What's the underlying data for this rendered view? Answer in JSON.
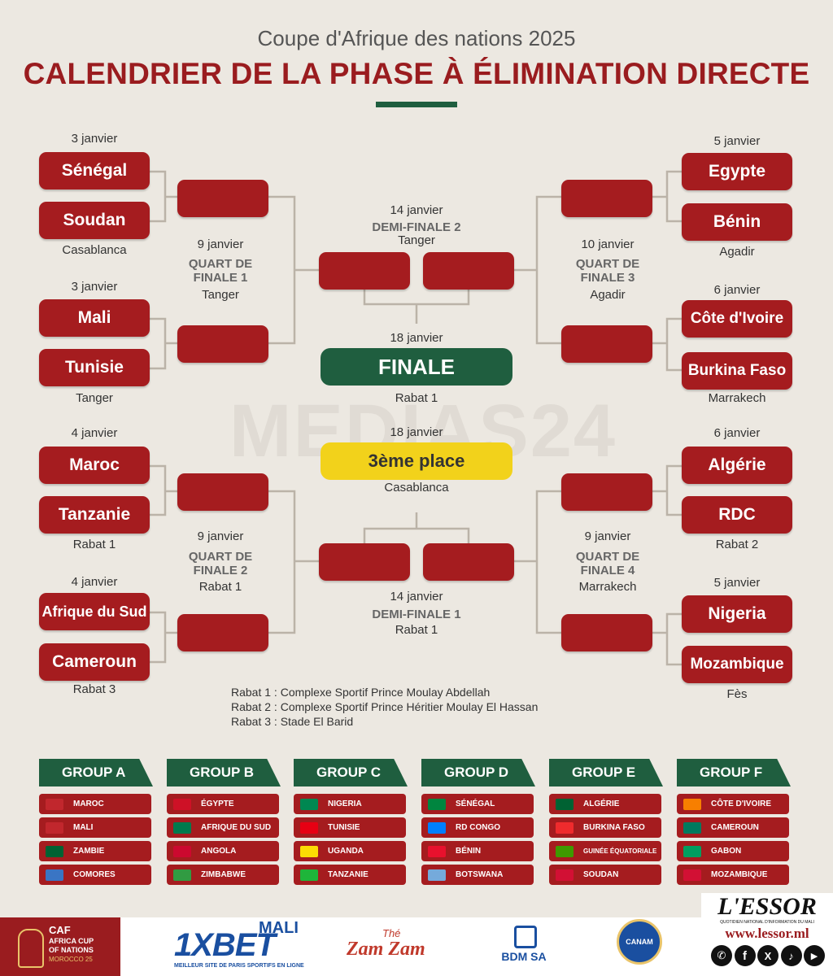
{
  "header": {
    "subtitle": "Coupe d'Afrique des nations 2025",
    "title": "CALENDRIER DE LA PHASE À ÉLIMINATION DIRECTE",
    "watermark": "MEDIAS24"
  },
  "left": {
    "m1": {
      "date": "3 janvier",
      "team1": "Sénégal",
      "team2": "Soudan",
      "venue": "Casablanca"
    },
    "m2": {
      "date": "3 janvier",
      "team1": "Mali",
      "team2": "Tunisie",
      "venue": "Tanger"
    },
    "m3": {
      "date": "4 janvier",
      "team1": "Maroc",
      "team2": "Tanzanie",
      "venue": "Rabat 1"
    },
    "m4": {
      "date": "4 janvier",
      "team1": "Afrique du Sud",
      "team2": "Cameroun",
      "venue": "Rabat 3"
    },
    "qf1": {
      "date": "9 janvier",
      "label1": "QUART DE",
      "label2": "FINALE 1",
      "venue": "Tanger"
    },
    "qf2": {
      "date": "9 janvier",
      "label1": "QUART DE",
      "label2": "FINALE 2",
      "venue": "Rabat 1"
    }
  },
  "right": {
    "m1": {
      "date": "5 janvier",
      "team1": "Egypte",
      "team2": "Bénin",
      "venue": "Agadir"
    },
    "m2": {
      "date": "6 janvier",
      "team1": "Côte d'Ivoire",
      "team2": "Burkina Faso",
      "venue": "Marrakech"
    },
    "m3": {
      "date": "6 janvier",
      "team1": "Algérie",
      "team2": "RDC",
      "venue": "Rabat 2"
    },
    "m4": {
      "date": "5 janvier",
      "team1": "Nigeria",
      "team2": "Mozambique",
      "venue": "Fès"
    },
    "qf3": {
      "date": "10 janvier",
      "label1": "QUART DE",
      "label2": "FINALE 3",
      "venue": "Agadir"
    },
    "qf4": {
      "date": "9 janvier",
      "label1": "QUART DE",
      "label2": "FINALE 4",
      "venue": "Marrakech"
    }
  },
  "center": {
    "sf2": {
      "date": "14 janvier",
      "label": "DEMI-FINALE 2",
      "venue": "Tanger"
    },
    "sf1": {
      "date": "14 janvier",
      "label": "DEMI-FINALE 1",
      "venue": "Rabat 1"
    },
    "final": {
      "date": "18 janvier",
      "label": "FINALE",
      "venue": "Rabat 1"
    },
    "third": {
      "date": "18 janvier",
      "label": "3ème place",
      "venue": "Casablanca"
    }
  },
  "legend": [
    "Rabat 1 : Complexe Sportif Prince Moulay Abdellah",
    "Rabat 2 : Complexe Sportif Prince Héritier Moulay El Hassan",
    "Rabat 3 : Stade El Barid"
  ],
  "groups": [
    {
      "name": "GROUP A",
      "teams": [
        "MAROC",
        "MALI",
        "ZAMBIE",
        "COMORES"
      ]
    },
    {
      "name": "GROUP B",
      "teams": [
        "ÉGYPTE",
        "AFRIQUE DU SUD",
        "ANGOLA",
        "ZIMBABWE"
      ]
    },
    {
      "name": "GROUP C",
      "teams": [
        "NIGERIA",
        "TUNISIE",
        "UGANDA",
        "TANZANIE"
      ]
    },
    {
      "name": "GROUP D",
      "teams": [
        "SÉNÉGAL",
        "RD CONGO",
        "BÉNIN",
        "BOTSWANA"
      ]
    },
    {
      "name": "GROUP E",
      "teams": [
        "ALGÉRIE",
        "BURKINA FASO",
        "GUINÉE ÉQUATORIALE",
        "SOUDAN"
      ]
    },
    {
      "name": "GROUP F",
      "teams": [
        "CÔTE D'IVOIRE",
        "CAMEROUN",
        "GABON",
        "MOZAMBIQUE"
      ]
    }
  ],
  "flag_colors": [
    [
      "#c1272d",
      "#c1272d",
      "#006233",
      "#3a75c4"
    ],
    [
      "#ce1126",
      "#007a4d",
      "#cc092f",
      "#319b42"
    ],
    [
      "#008751",
      "#e70013",
      "#fcdc04",
      "#1eb53a"
    ],
    [
      "#00853f",
      "#007fff",
      "#e8112d",
      "#75aadb"
    ],
    [
      "#006233",
      "#ef2b2d",
      "#3e9a00",
      "#d21034"
    ],
    [
      "#f77f00",
      "#007a5e",
      "#009e60",
      "#d21034"
    ]
  ],
  "footer": {
    "caf_line1": "CAF",
    "caf_line2": "AFRICA CUP",
    "caf_line3": "OF NATIONS",
    "caf_line4": "MOROCCO 25",
    "sponsor1_small": "MALI",
    "sponsor1": "1XBET",
    "sponsor1_tag": "MEILLEUR SITE DE PARIS SPORTIFS EN LIGNE",
    "sponsor2_small": "Thé",
    "sponsor2": "Zam Zam",
    "sponsor3": "BDM SA",
    "sponsor4": "CANAM",
    "essor": "L'ESSOR",
    "essor_tag": "QUOTIDIEN NATIONAL D'INFORMATION DU MALI",
    "essor_url": "www.lessor.ml"
  },
  "colors": {
    "red": "#a51c1f",
    "green": "#1f5e3f",
    "yellow": "#f2d21b",
    "bg": "#ece8e1"
  }
}
